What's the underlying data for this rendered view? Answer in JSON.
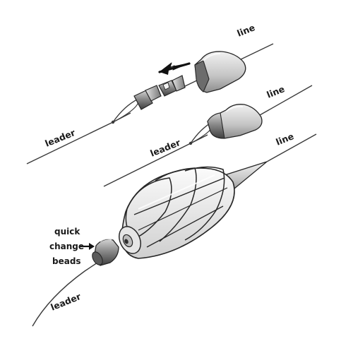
{
  "labels": {
    "line_top": "line",
    "line_middle": "line",
    "line_bottom": "line",
    "leader_top": "leader",
    "leader_middle": "leader",
    "leader_bottom": "leader",
    "quick_change_beads": [
      "quick",
      "change",
      "beads"
    ]
  },
  "colors": {
    "line": "#3a3a3a",
    "bead_dark": "#4f4f4f",
    "bead_light": "#bdbdbd",
    "cone_light": "#d8d8d8",
    "cage_fill": "#eeeeee",
    "outline": "#262626"
  },
  "icons": {
    "direction_arrow": "arrow-left-icon"
  }
}
